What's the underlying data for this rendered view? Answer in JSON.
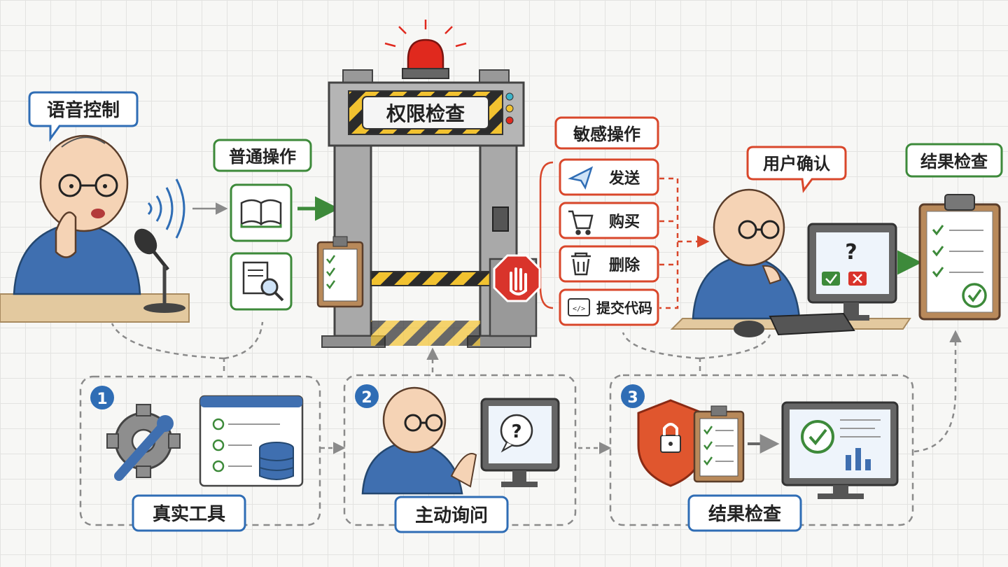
{
  "labels": {
    "voice": "语音控制",
    "normal": "普通操作",
    "gate": "权限检查",
    "sensitive": "敏感操作",
    "confirm": "用户确认",
    "result_top": "结果检查"
  },
  "sensitive_items": [
    {
      "label": "发送",
      "icon": "paper-plane-icon"
    },
    {
      "label": "购买",
      "icon": "shopping-cart-icon"
    },
    {
      "label": "删除",
      "icon": "trash-icon"
    },
    {
      "label": "提交代码",
      "icon": "code-icon"
    }
  ],
  "steps": [
    {
      "num": "1",
      "label": "真实工具"
    },
    {
      "num": "2",
      "label": "主动询问"
    },
    {
      "num": "3",
      "label": "结果检查"
    }
  ],
  "glyphs": {
    "question": "?"
  },
  "colors": {
    "blue": "#2f6db5",
    "green": "#3d8a3a",
    "red": "#d9472b",
    "hoodie": "#3f6fb0",
    "gray": "#8a8a8a"
  }
}
